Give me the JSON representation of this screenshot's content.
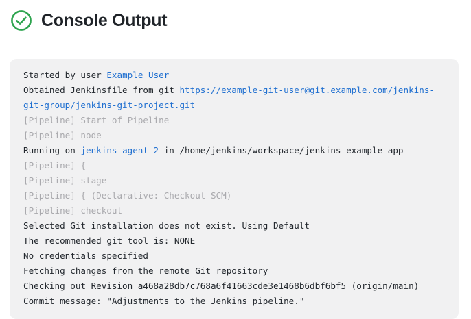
{
  "header": {
    "status_icon": "check-circle-icon",
    "status_color": "#2eA44f",
    "title": "Console Output"
  },
  "console": {
    "link_color": "#1f6fd0",
    "muted_color": "#a9a9ad",
    "text_color": "#24292f",
    "background": "#f1f1f2",
    "lines": [
      {
        "muted": false,
        "segments": [
          {
            "text": "Started by user ",
            "type": "plain"
          },
          {
            "text": "Example User",
            "type": "link"
          }
        ]
      },
      {
        "muted": false,
        "segments": [
          {
            "text": "Obtained Jenkinsfile from git ",
            "type": "plain"
          },
          {
            "text": "https://example-git-user@git.example.com/jenkins-git-group/jenkins-git-project.git",
            "type": "link"
          }
        ]
      },
      {
        "muted": true,
        "segments": [
          {
            "text": "[Pipeline] Start of Pipeline",
            "type": "plain"
          }
        ]
      },
      {
        "muted": true,
        "segments": [
          {
            "text": "[Pipeline] node",
            "type": "plain"
          }
        ]
      },
      {
        "muted": false,
        "segments": [
          {
            "text": "Running on ",
            "type": "plain"
          },
          {
            "text": "jenkins-agent-2",
            "type": "link"
          },
          {
            "text": " in /home/jenkins/workspace/jenkins-example-app",
            "type": "plain"
          }
        ]
      },
      {
        "muted": true,
        "segments": [
          {
            "text": "[Pipeline] {",
            "type": "plain"
          }
        ]
      },
      {
        "muted": true,
        "segments": [
          {
            "text": "[Pipeline] stage",
            "type": "plain"
          }
        ]
      },
      {
        "muted": true,
        "segments": [
          {
            "text": "[Pipeline] { (Declarative: Checkout SCM)",
            "type": "plain"
          }
        ]
      },
      {
        "muted": true,
        "segments": [
          {
            "text": "[Pipeline] checkout",
            "type": "plain"
          }
        ]
      },
      {
        "muted": false,
        "segments": [
          {
            "text": "Selected Git installation does not exist. Using Default",
            "type": "plain"
          }
        ]
      },
      {
        "muted": false,
        "segments": [
          {
            "text": "The recommended git tool is: NONE",
            "type": "plain"
          }
        ]
      },
      {
        "muted": false,
        "segments": [
          {
            "text": "No credentials specified",
            "type": "plain"
          }
        ]
      },
      {
        "muted": false,
        "segments": [
          {
            "text": "Fetching changes from the remote Git repository",
            "type": "plain"
          }
        ]
      },
      {
        "muted": false,
        "segments": [
          {
            "text": "Checking out Revision a468a28db7c768a6f41663cde3e1468b6dbf6bf5 (origin/main)",
            "type": "plain"
          }
        ]
      },
      {
        "muted": false,
        "segments": [
          {
            "text": "Commit message: \"Adjustments to the Jenkins pipeline.\"",
            "type": "plain"
          }
        ]
      }
    ]
  }
}
